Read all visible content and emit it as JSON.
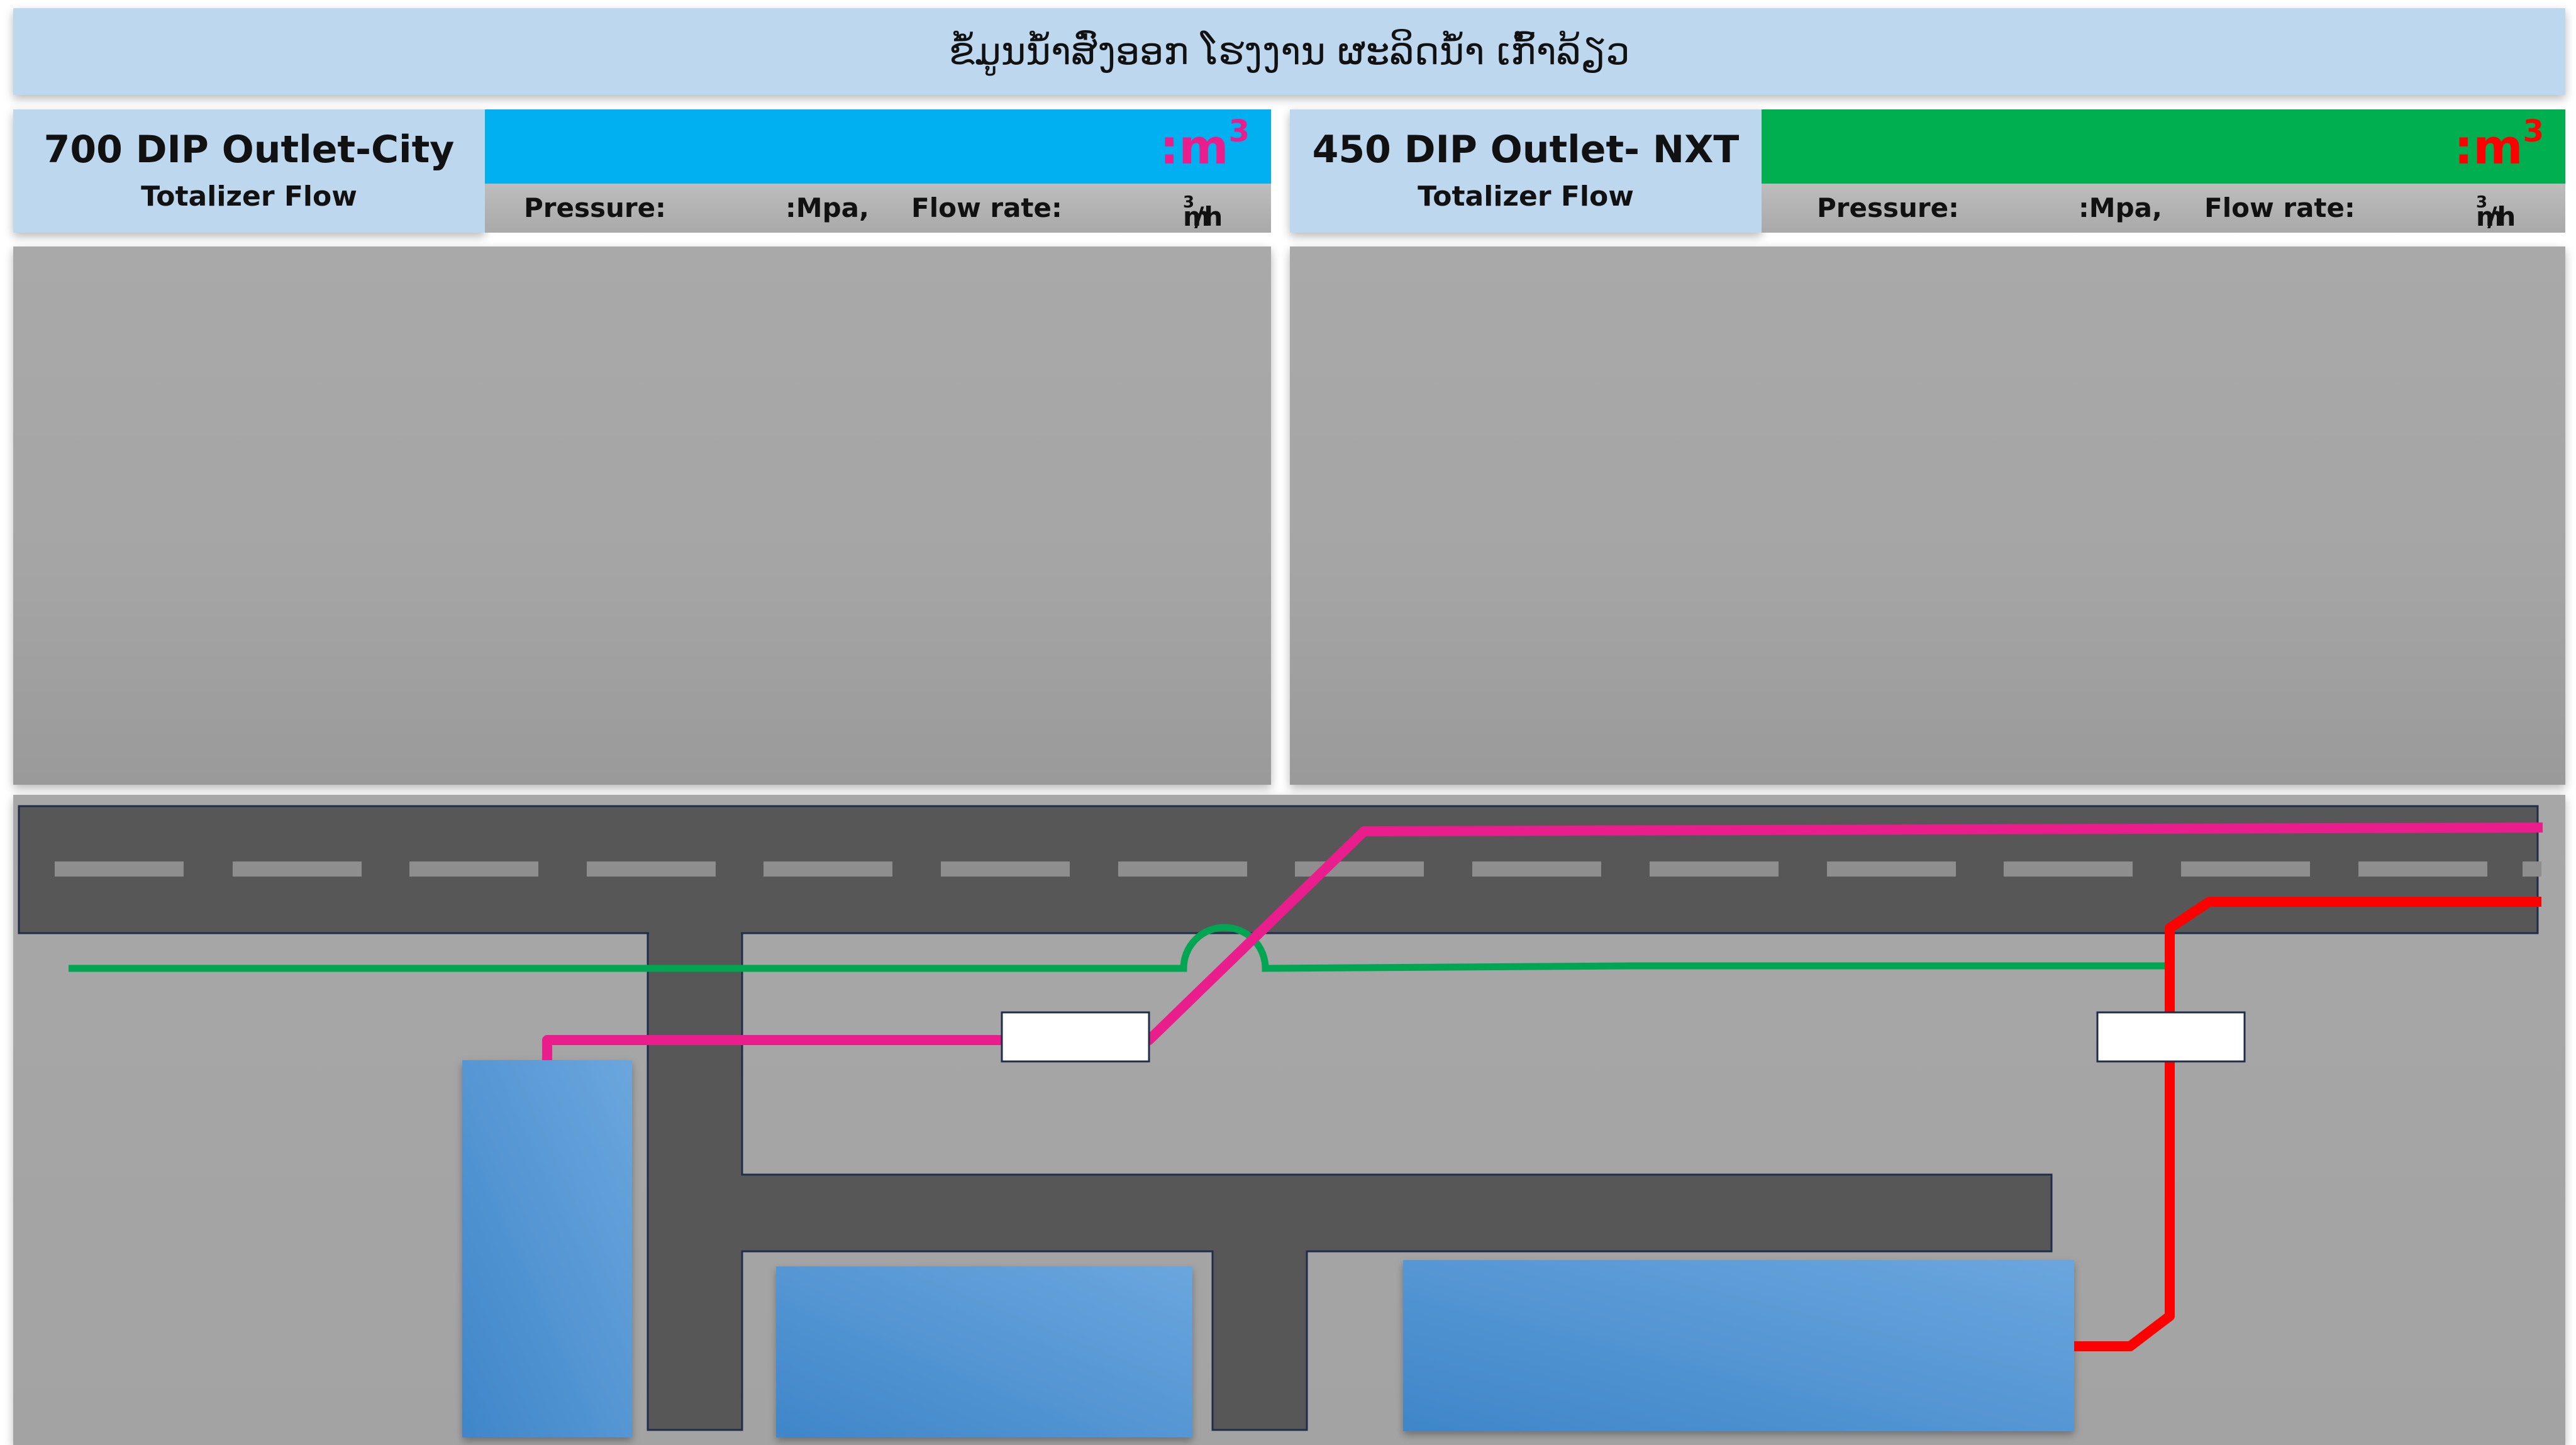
{
  "header": {
    "title": "ຂໍ້ມູນນໍ້າສົ່ງອອກ ໂຮງງານ ຜະລິດນໍ້າ ເກົ້າລ້ຽວ"
  },
  "outlets": [
    {
      "name": "700 DIP Outlet-City",
      "subtitle": "Totalizer Flow",
      "total_unit": ":m",
      "total_unit_sup": "3",
      "pressure_label": "Pressure:",
      "pressure_unit": ":Mpa,",
      "flow_label": "Flow rate:",
      "flow_unit": "m",
      "flow_unit_sup": "3",
      "flow_unit_tail": "/h",
      "bar_color": "#00b0f0",
      "unit_color": "#e91e8c"
    },
    {
      "name": "450 DIP Outlet- NXT",
      "subtitle": "Totalizer Flow",
      "total_unit": ":m",
      "total_unit_sup": "3",
      "pressure_label": "Pressure:",
      "pressure_unit": ":Mpa,",
      "flow_label": "Flow rate:",
      "flow_unit": "m",
      "flow_unit_sup": "3",
      "flow_unit_tail": "/h",
      "bar_color": "#00b050",
      "unit_color": "#ff0000"
    }
  ],
  "map": {
    "pipe_colors": {
      "city": "#e91e8c",
      "nxt": "#ff0000",
      "green": "#00a651"
    },
    "road_color": "#575757",
    "building_color": "#5b9bd5"
  }
}
